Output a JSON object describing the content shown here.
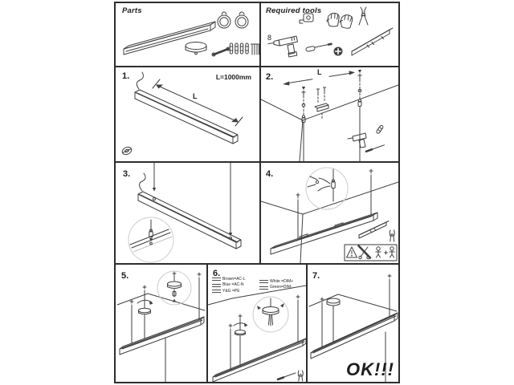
{
  "meta": {
    "background": "#ffffff",
    "line_color": "#3f3f3f",
    "grid_border_color": "#2e2e2e"
  },
  "panels": {
    "parts": {
      "title": "Parts"
    },
    "tools": {
      "title": "Required tools",
      "drill_bit_size": "8"
    },
    "step1": {
      "number": "1.",
      "length_text": "L=1000mm",
      "dim_label": "L"
    },
    "step2": {
      "number": "2.",
      "dim_label": "L"
    },
    "step3": {
      "number": "3."
    },
    "step4": {
      "number": "4."
    },
    "step5": {
      "number": "5."
    },
    "step6": {
      "number": "6.",
      "wiring_legend": {
        "column1": [
          "Brown=AC-L",
          "Blue  =AC-N",
          "Y&G  =PE"
        ],
        "column2": [
          "White =DIM+",
          "Green=DIM-"
        ]
      }
    },
    "step7": {
      "number": "7.",
      "ok_text": "OK!!!"
    }
  },
  "icons": [
    "light-bar",
    "suspension-cable-icon",
    "canopy-icon",
    "allen-key-icon",
    "anchor-icon",
    "screw-icon",
    "grommet-icon",
    "tape-measure-icon",
    "gloves-icon",
    "pliers-icon",
    "drill-icon",
    "screwdriver-icon",
    "phillips-bit-icon",
    "level-icon",
    "cable-gripper-icon",
    "warning-triangle-icon",
    "no-cut-icon",
    "two-person-lift-icon",
    "wire-stripper-icon",
    "power-wire"
  ]
}
